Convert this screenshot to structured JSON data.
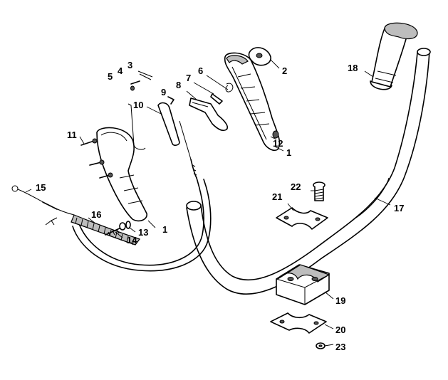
{
  "labels": {
    "l1a": "1",
    "l1b": "1",
    "l2": "2",
    "l3": "3",
    "l4": "4",
    "l5": "5",
    "l6": "6",
    "l7": "7",
    "l8": "8",
    "l9": "9",
    "l10": "10",
    "l11": "11",
    "l12": "12",
    "l13": "13",
    "l14": "14",
    "l15": "15",
    "l16": "16",
    "l17": "17",
    "l18": "18",
    "l19": "19",
    "l20": "20",
    "l21": "21",
    "l22": "22",
    "l23": "23"
  }
}
